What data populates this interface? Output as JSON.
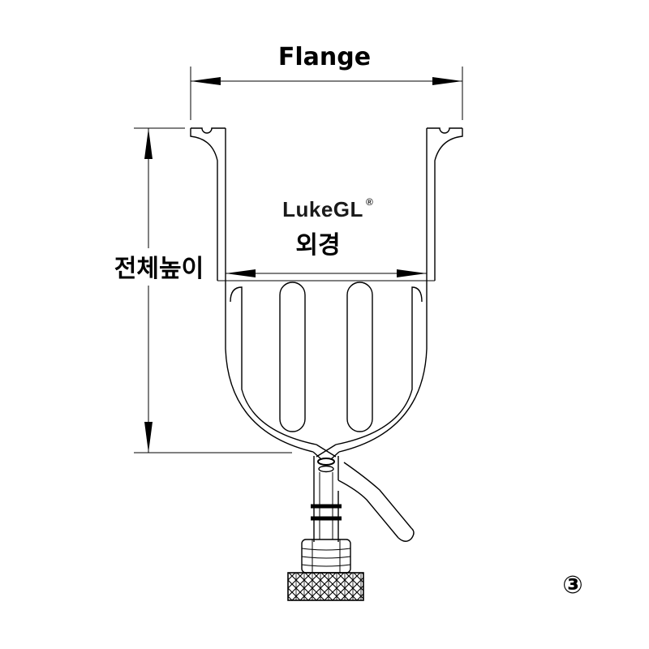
{
  "labels": {
    "flange": "Flange",
    "outer_diameter": "외경",
    "total_height": "전체높이",
    "figure_number": "③"
  },
  "logo": {
    "name": "LukeGL",
    "mark": "®"
  },
  "colors": {
    "line": "#000000",
    "background": "#ffffff"
  }
}
